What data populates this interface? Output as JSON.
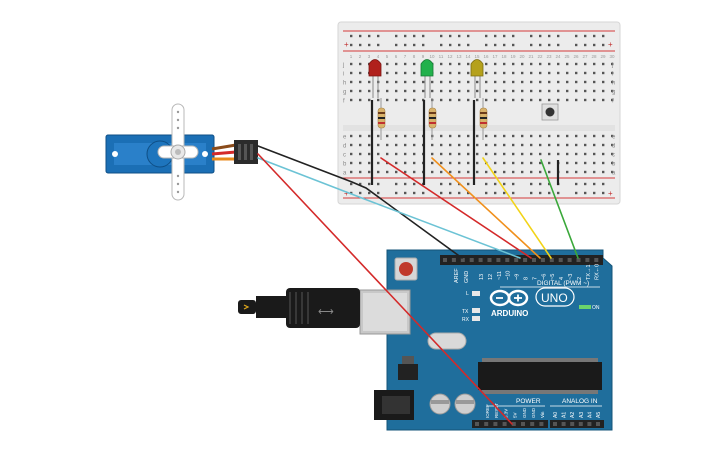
{
  "breadboard": {
    "row_letters_top": [
      "j",
      "i",
      "h",
      "g",
      "f"
    ],
    "row_letters_bottom": [
      "e",
      "d",
      "c",
      "b",
      "a"
    ],
    "rail_plus": "+",
    "rail_minus": "−",
    "column_numbers": [
      "1",
      "2",
      "3",
      "4",
      "5",
      "6",
      "7",
      "8",
      "9",
      "10",
      "11",
      "12",
      "13",
      "14",
      "15",
      "16",
      "17",
      "18",
      "19",
      "20",
      "21",
      "22",
      "23",
      "24",
      "25",
      "26",
      "27",
      "28",
      "29",
      "30"
    ]
  },
  "leds": [
    {
      "name": "red-led",
      "color": "#b0201c"
    },
    {
      "name": "green-led",
      "color": "#22b14c"
    },
    {
      "name": "yellow-led",
      "color": "#b5a11c"
    }
  ],
  "arduino": {
    "brand": "ARDUINO",
    "model": "UNO",
    "digital_label": "DIGITAL (PWM ~)",
    "power_label": "POWER",
    "analog_label": "ANALOG IN",
    "on_label": "ON",
    "tx_label": "TX",
    "rx_label": "RX",
    "l_label": "L",
    "aref_label": "AREF",
    "gnd_label": "GND",
    "digital_pins": [
      "13",
      "12",
      "~11",
      "~10",
      "~9",
      "8",
      "7",
      "~6",
      "~5",
      "4",
      "~3",
      "2",
      "TX→1",
      "RX←0"
    ],
    "power_pins": [
      "IOREF",
      "RESET",
      "3.3V",
      "5V",
      "GND",
      "GND",
      "Vin"
    ],
    "analog_pins": [
      "A0",
      "A1",
      "A2",
      "A3",
      "A4",
      "A5"
    ],
    "board_color": "#1f6e9c"
  },
  "wires": {
    "red": "#d42a2a",
    "orange": "#f0901c",
    "yellow": "#f2d317",
    "green": "#3aa83a",
    "cyan": "#6cc3d5",
    "black": "#222222"
  }
}
